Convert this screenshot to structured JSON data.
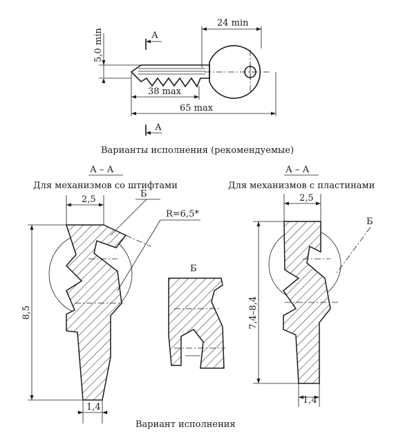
{
  "top": {
    "dim_width": "24 min",
    "dim_height": "5,0 min",
    "dim_blade": "38 max",
    "dim_total": "65 max",
    "section_mark": "А",
    "caption": "Варианты исполнения (рекомендуемые)"
  },
  "left_section": {
    "header": "А – А",
    "subtitle": "Для механизмов со штифтами",
    "dim_top": "2,5",
    "dim_height": "8,5",
    "dim_bottom": "1,4",
    "leader_b": "Б",
    "leader_r": "R=6,5*"
  },
  "detail": {
    "label": "Б"
  },
  "right_section": {
    "header": "А – А",
    "subtitle": "Для механизмов с пластинами",
    "dim_top": "2,5",
    "dim_height": "7,4–8,4",
    "dim_bottom": "1,4",
    "leader_b": "Б"
  },
  "bottom_caption": "Вариант исполнения"
}
